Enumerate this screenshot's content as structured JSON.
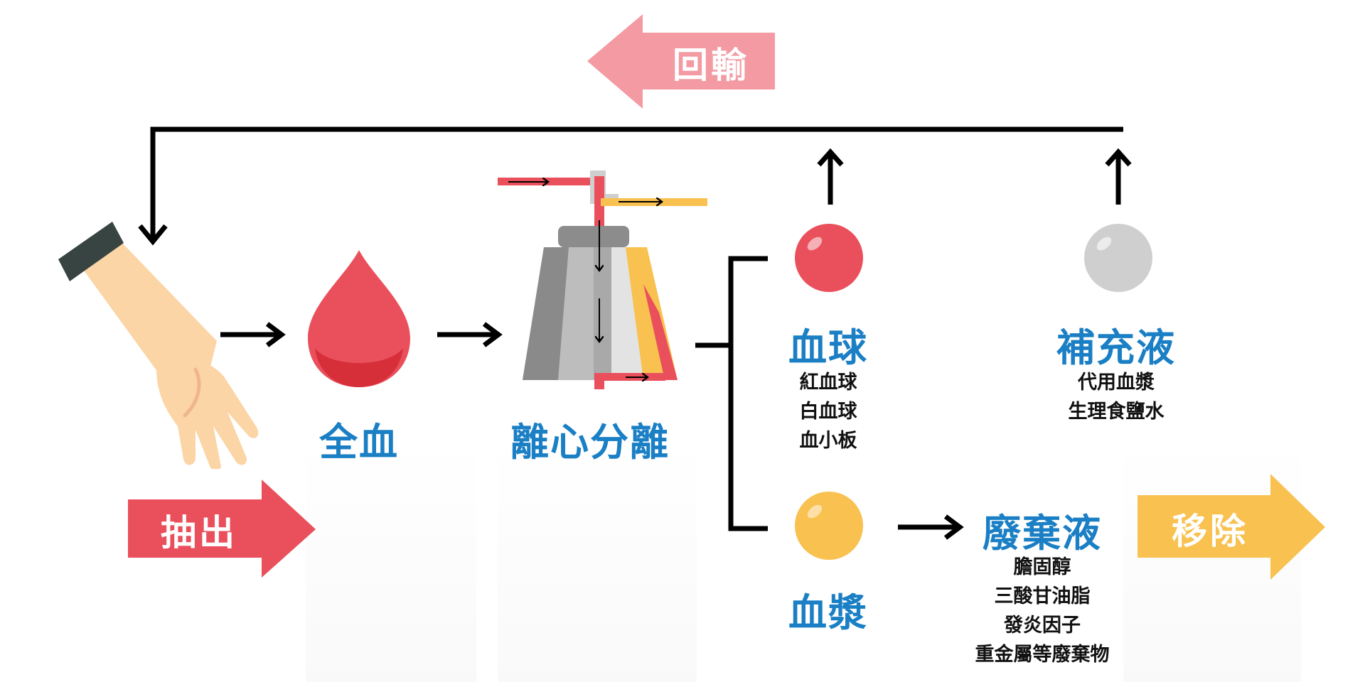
{
  "flow": {
    "return_label": "回輸",
    "draw_label": "抽出",
    "remove_label": "移除"
  },
  "stages": {
    "whole_blood": "全血",
    "centrifuge": "離心分離",
    "blood_cells": {
      "title": "血球",
      "items": [
        "紅血球",
        "白血球",
        "血小板"
      ]
    },
    "replacement_fluid": {
      "title": "補充液",
      "items": [
        "代用血漿",
        "生理食鹽水"
      ]
    },
    "plasma": "血漿",
    "waste_fluid": {
      "title": "廢棄液",
      "items": [
        "膽固醇",
        "三酸甘油脂",
        "發炎因子",
        "重金屬等廢棄物"
      ]
    }
  },
  "colors": {
    "title_blue": "#1a7fc4",
    "return_arrow": "#f39aa2",
    "draw_arrow": "#e9505c",
    "remove_arrow": "#f8c150",
    "blood_cell": "#e9505c",
    "replacement_ball": "#cfcfcf",
    "plasma_ball": "#f8c150",
    "line": "#000000"
  },
  "icons": {
    "arm": "arm-icon",
    "blood_drop": "blood-drop-icon",
    "centrifuge": "centrifuge-icon"
  }
}
